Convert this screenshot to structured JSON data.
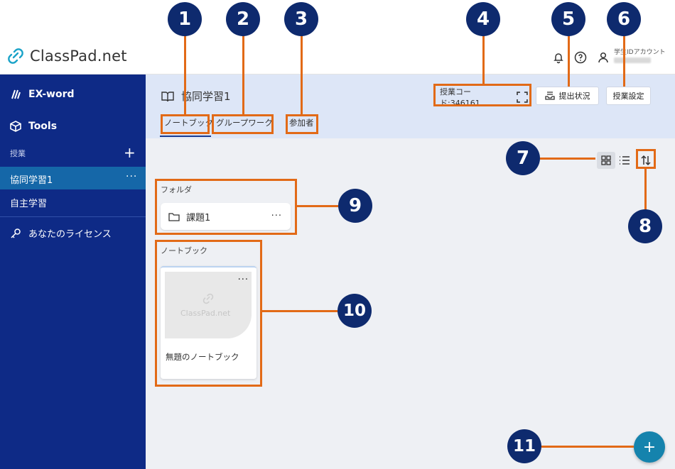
{
  "header": {
    "app_name": "ClassPad.net",
    "account_label": "学生IDアカウント"
  },
  "sidebar": {
    "items": [
      {
        "label": "EX-word"
      },
      {
        "label": "Tools"
      }
    ],
    "section_label": "授業",
    "classes": [
      {
        "label": "協同学習1",
        "active": true
      },
      {
        "label": "自主学習",
        "active": false
      }
    ],
    "license_label": "あなたのライセンス"
  },
  "classpage": {
    "title": "協同学習1",
    "tabs": [
      {
        "label": "ノートブック",
        "active": true
      },
      {
        "label": "グループワーク",
        "active": false
      },
      {
        "label": "参加者",
        "active": false
      }
    ],
    "class_code": "授業コード:346161",
    "status_button": "提出状況",
    "settings_button": "授業設定"
  },
  "content": {
    "folder_section": "フォルダ",
    "folders": [
      {
        "label": "課題1"
      }
    ],
    "notebook_section": "ノートブック",
    "notebooks": [
      {
        "title": "無題のノートブック",
        "thumb_text": "ClassPad.net"
      }
    ],
    "fab_label": "+"
  },
  "annotations": [
    "1",
    "2",
    "3",
    "4",
    "5",
    "6",
    "7",
    "8",
    "9",
    "10",
    "11"
  ],
  "colors": {
    "sidebar": "#0e2a86",
    "active_item": "#1567a8",
    "highlight": "#e26a17",
    "badge": "#0e2a6e",
    "band": "#dde6f7",
    "fab": "#1583ad"
  }
}
